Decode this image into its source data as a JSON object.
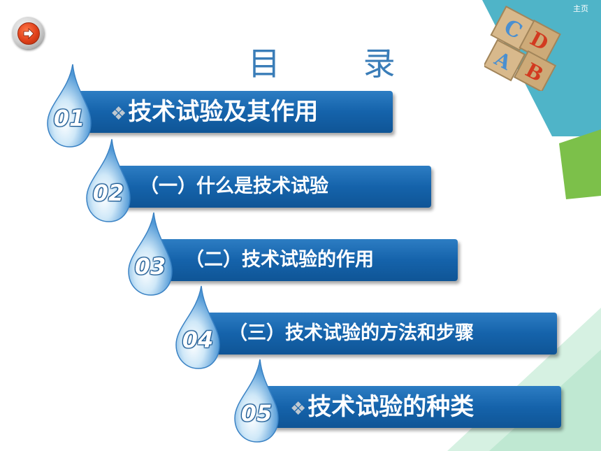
{
  "home_link": "主页",
  "back_button": {
    "icon": "arrow-right-icon"
  },
  "title": "目  录",
  "toc": [
    {
      "number": "01",
      "bullet": "❖",
      "label": "技术试验及其作用"
    },
    {
      "number": "02",
      "bullet": "",
      "label": "（一）什么是技术试验"
    },
    {
      "number": "03",
      "bullet": "",
      "label": "（二）技术试验的作用"
    },
    {
      "number": "04",
      "bullet": "",
      "label": "（三）技术试验的方法和步骤"
    },
    {
      "number": "05",
      "bullet": "❖",
      "label": "技术试验的种类"
    }
  ],
  "decor": {
    "blocks_image": "abcd-blocks-icon"
  },
  "colors": {
    "bar": "#1563ab",
    "title": "#3a7db8",
    "teal": "#4fb4c8",
    "green": "#7cc04a",
    "mint": "#c8ecd8"
  }
}
